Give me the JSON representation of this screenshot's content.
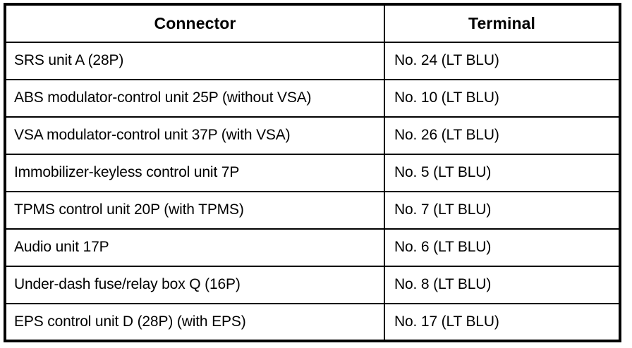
{
  "table": {
    "columns": [
      {
        "key": "connector",
        "label": "Connector"
      },
      {
        "key": "terminal",
        "label": "Terminal"
      }
    ],
    "rows": [
      {
        "connector": "SRS unit A (28P)",
        "terminal": "No. 24 (LT BLU)"
      },
      {
        "connector": "ABS modulator-control unit 25P (without VSA)",
        "terminal": "No. 10 (LT BLU)"
      },
      {
        "connector": "VSA modulator-control unit 37P (with VSA)",
        "terminal": "No. 26 (LT BLU)"
      },
      {
        "connector": "Immobilizer-keyless control unit 7P",
        "terminal": "No. 5 (LT BLU)"
      },
      {
        "connector": "TPMS control unit 20P (with TPMS)",
        "terminal": "No. 7 (LT BLU)"
      },
      {
        "connector": "Audio unit 17P",
        "terminal": "No. 6 (LT BLU)"
      },
      {
        "connector": "Under-dash fuse/relay box Q (16P)",
        "terminal": "No. 8 (LT BLU)"
      },
      {
        "connector": "EPS control unit D (28P) (with EPS)",
        "terminal": "No. 17 (LT BLU)"
      }
    ]
  },
  "style": {
    "border_color": "#000000",
    "text_color": "#000000",
    "background": "#ffffff"
  }
}
